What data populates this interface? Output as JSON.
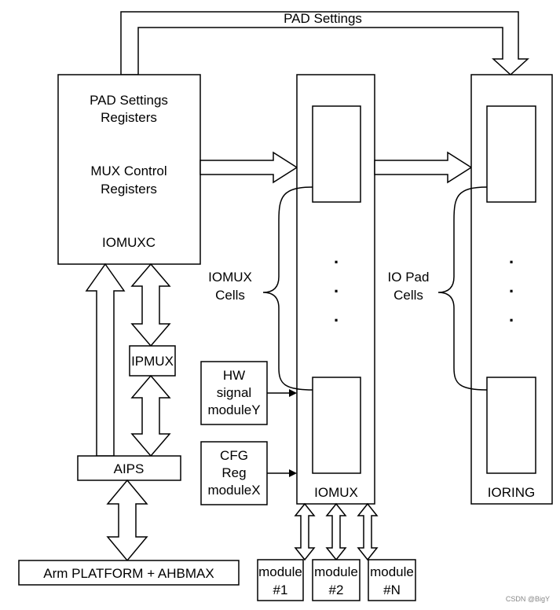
{
  "labels": {
    "pad_settings_top": "PAD Settings",
    "iomuxc_line1": "PAD Settings",
    "iomuxc_line2": "Registers",
    "iomuxc_line3": "MUX Control",
    "iomuxc_line4": "Registers",
    "iomuxc_name": "IOMUXC",
    "ipmux": "IPMUX",
    "aips": "AIPS",
    "platform": "Arm PLATFORM + AHBMAX",
    "hw_line1": "HW",
    "hw_line2": "signal",
    "hw_line3": "moduleY",
    "cfg_line1": "CFG",
    "cfg_line2": "Reg",
    "cfg_line3": "moduleX",
    "iomux_cells_line1": "IOMUX",
    "iomux_cells_line2": "Cells",
    "io_pad_line1": "IO Pad",
    "io_pad_line2": "Cells",
    "iomux_name": "IOMUX",
    "ioring_name": "IORING",
    "module1_line1": "module",
    "module1_line2": "#1",
    "module2_line1": "module",
    "module2_line2": "#2",
    "moduleN_line1": "module",
    "moduleN_line2": "#N",
    "dot": ".",
    "watermark": "CSDN @BigY"
  }
}
